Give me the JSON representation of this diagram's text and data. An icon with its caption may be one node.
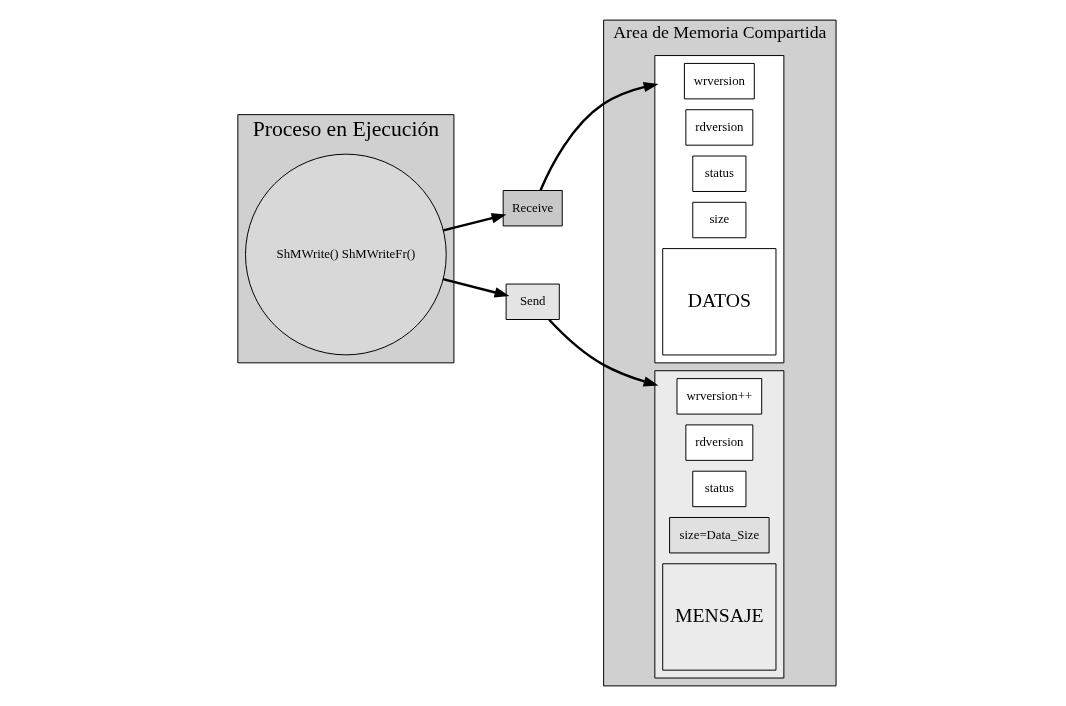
{
  "diagram": {
    "nodes": [
      {
        "text": [
          "Proceso en Ejecución"
        ]
      },
      {
        "text": [
          "ShMWrite() ShMWriteFr()"
        ],
        "in": 0
      },
      {
        "text": [
          "Receive"
        ]
      },
      {
        "text": [
          "Send"
        ]
      },
      {
        "text": [
          "Area de Memoria Compartida"
        ]
      },
      {
        "text": [],
        "shape": "box",
        "in": 4
      },
      {
        "text": [
          "wrversion++"
        ],
        "in": 5
      },
      {
        "text": [
          "rdversion"
        ],
        "in": 5
      },
      {
        "text": [
          "status"
        ],
        "in": 5
      },
      {
        "text": [
          "size=Data_Size"
        ],
        "in": 5
      },
      {
        "text": [
          "MENSAJE"
        ],
        "in": 5
      },
      {
        "text": [],
        "shape": "box",
        "in": 4
      },
      {
        "text": [
          "wrversion"
        ],
        "in": 11
      },
      {
        "text": [
          "rdversion"
        ],
        "in": 11
      },
      {
        "text": [
          "status"
        ],
        "in": 11
      },
      {
        "text": [
          "size"
        ],
        "in": 11
      },
      {
        "text": [
          "DATOS"
        ],
        "in": 11
      }
    ],
    "edges": [
      {
        "from": 1,
        "to": 2,
        "arrow": "to"
      },
      {
        "from": 1,
        "to": 3,
        "arrow": "to"
      },
      {
        "from": 2,
        "to": 11,
        "arrow": "to"
      },
      {
        "from": 3,
        "to": 5,
        "arrow": "to"
      }
    ]
  }
}
